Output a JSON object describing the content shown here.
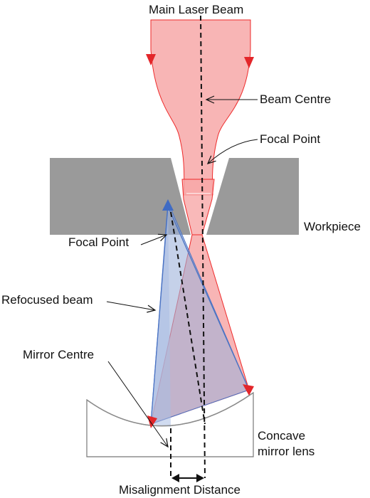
{
  "labels": {
    "main_beam": "Main Laser Beam",
    "beam_centre": "Beam Centre",
    "focal_point_top": "Focal Point",
    "workpiece": "Workpiece",
    "focal_point_left": "Focal Point",
    "refocused_beam": "Refocused beam",
    "mirror_centre": "Mirror Centre",
    "mirror_line1": "Concave",
    "mirror_line2": "mirror lens",
    "misalignment": "Misalignment Distance"
  },
  "colors": {
    "beam_fill": "#f7a8a8",
    "beam_edge": "#ee2a2a",
    "refocus_fill": "#a7b9dd",
    "refocus_edge": "#4a73c4",
    "workpiece": "#9a9a9a",
    "arrow_red": "#e3262a",
    "arrow_blue": "#3f6bc4"
  }
}
